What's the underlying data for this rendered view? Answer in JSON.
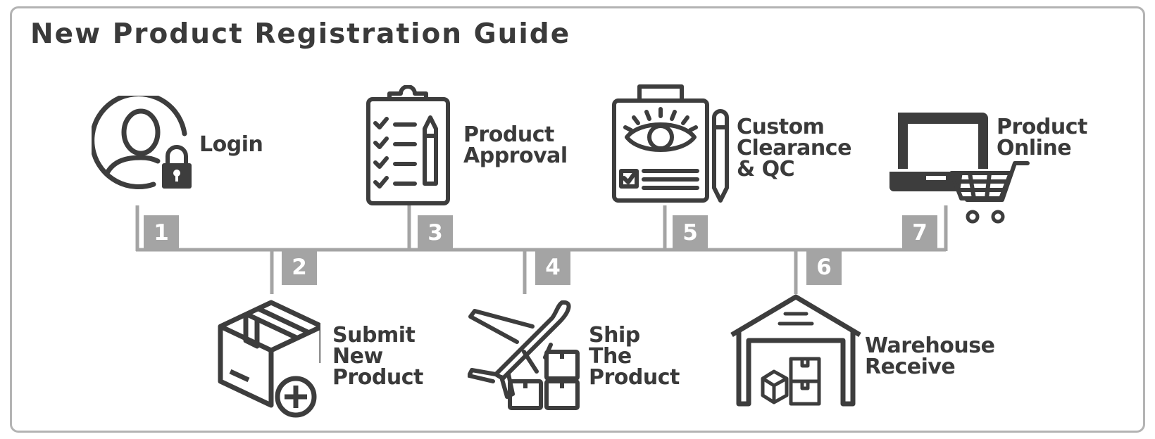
{
  "title": "New Product Registration Guide",
  "colors": {
    "line": "#a4a4a4",
    "icon": "#3d3d3d",
    "badge": "#a4a4a4",
    "frame": "#b3b3b3"
  },
  "steps": [
    {
      "number": "1",
      "label": "Login",
      "icon": "user-lock-icon"
    },
    {
      "number": "2",
      "label": "Submit\nNew\nProduct",
      "icon": "box-add-icon"
    },
    {
      "number": "3",
      "label": "Product\nApproval",
      "icon": "clipboard-checklist-icon"
    },
    {
      "number": "4",
      "label": "Ship\nThe\nProduct",
      "icon": "airplane-boxes-icon"
    },
    {
      "number": "5",
      "label": "Custom\nClearance\n& QC",
      "icon": "inspection-eye-icon"
    },
    {
      "number": "6",
      "label": "Warehouse\nReceive",
      "icon": "warehouse-icon"
    },
    {
      "number": "7",
      "label": "Product\nOnline",
      "icon": "laptop-cart-icon"
    }
  ]
}
